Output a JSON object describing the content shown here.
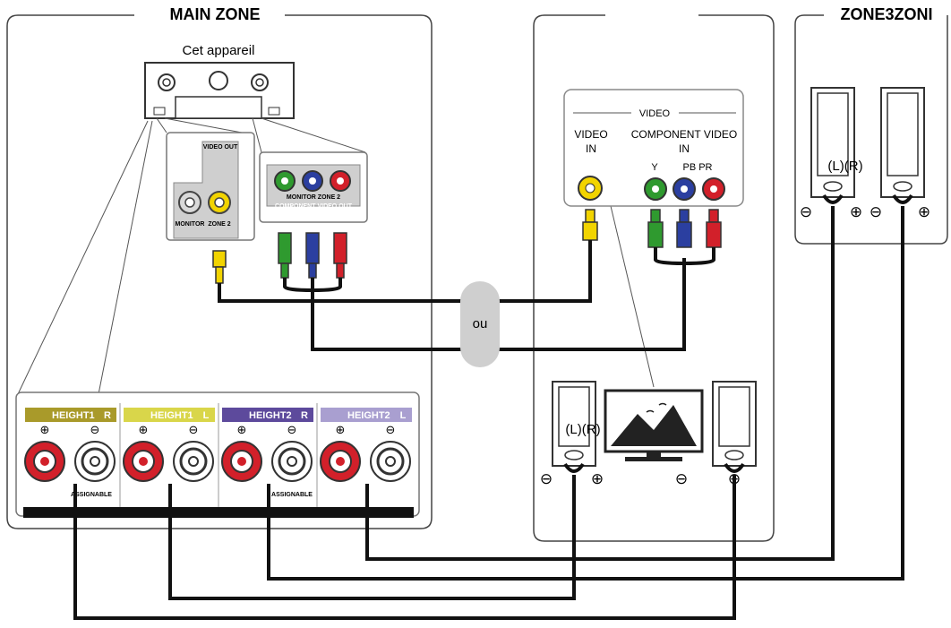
{
  "zones": {
    "main": "MAIN ZONE",
    "zone3": "ZONE3ZONI"
  },
  "device": {
    "label": "Cet appareil"
  },
  "receiver_panel": {
    "top_caption": "VIDEO OUT",
    "monitor_label": "MONITOR",
    "zone_label": "ZONE 2",
    "component_caption_top": "MONITOR ZONE 2",
    "component_caption": "COMPONENT VIDEO OUT"
  },
  "tv_panel": {
    "video_header": "VIDEO",
    "video_in": [
      "VIDEO",
      "IN"
    ],
    "component_in": [
      "COMPONENT VIDEO",
      "IN"
    ],
    "y": "Y",
    "pbpr": "PB PR"
  },
  "or_label": "ou",
  "speaker_lr": "(L)(R)",
  "symbols": {
    "minus": "⊖",
    "plus": "⊕"
  },
  "terminals": [
    {
      "label": "HEIGHT1",
      "side": "R",
      "color": "#a99a2a"
    },
    {
      "label": "HEIGHT1",
      "side": "L",
      "color": "#d9d64a"
    },
    {
      "label": "HEIGHT2",
      "side": "R",
      "color": "#5d4a9c"
    },
    {
      "label": "HEIGHT2",
      "side": "L",
      "color": "#a99fd0"
    }
  ],
  "assignable": "ASSIGNABLE",
  "colors": {
    "yellow": "#f2d400",
    "green": "#2f9a2f",
    "blue": "#2b3fa0",
    "red": "#d2202a"
  }
}
